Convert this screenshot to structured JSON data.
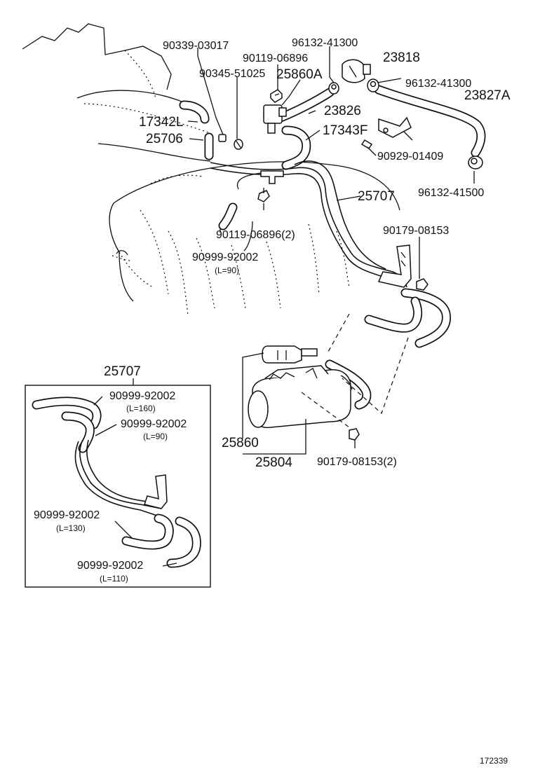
{
  "diagram": {
    "callouts": {
      "p90339_03017": "90339-03017",
      "p90119_06896": "90119-06896",
      "p96132_41300_a": "96132-41300",
      "p23818": "23818",
      "p90345_51025": "90345-51025",
      "p25860A": "25860A",
      "p96132_41300_b": "96132-41300",
      "p23827A": "23827A",
      "p17342L": "17342L",
      "p23826": "23826",
      "p17343F": "17343F",
      "p25706": "25706",
      "p90929_01409": "90929-01409",
      "p96132_41500": "96132-41500",
      "p25707_top": "25707",
      "p90179_08153": "90179-08153",
      "p90119_06896_2": "90119-06896(2)",
      "p90999_92002_main": "90999-92002",
      "len_main": "(L=90)",
      "p25860": "25860",
      "p25804": "25804",
      "p90179_08153_2": "90179-08153(2)",
      "inset_title": "25707",
      "inset_a": "90999-92002",
      "inset_a_len": "(L=160)",
      "inset_b": "90999-92002",
      "inset_b_len": "(L=90)",
      "inset_c": "90999-92002",
      "inset_c_len": "(L=130)",
      "inset_d": "90999-92002",
      "inset_d_len": "(L=110)"
    },
    "figure_number": "172339"
  }
}
